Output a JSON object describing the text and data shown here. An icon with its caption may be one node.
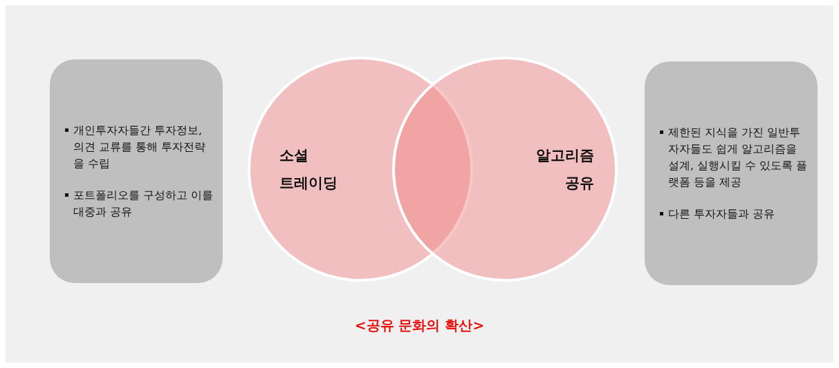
{
  "diagram": {
    "caption": "<공유 문화의 확산>",
    "nodes": [
      {
        "text": [
          "개인투자자들간 투자정보, 의견 교류를 통해 투자전략을 수립",
          "포트폴리오를 구성하고 이를 대중과 공유"
        ]
      },
      {
        "text": [
          "소셜 트레이딩"
        ]
      },
      {
        "text": [
          "알고리즘 공유"
        ]
      },
      {
        "text": [
          "제한된 지식을 가진 일반투자자들도 쉽게 알고리즘을 설계, 실행시킬 수 있도록 플랫폼 등을 제공",
          "다른 투자자들과 공유"
        ]
      }
    ]
  }
}
